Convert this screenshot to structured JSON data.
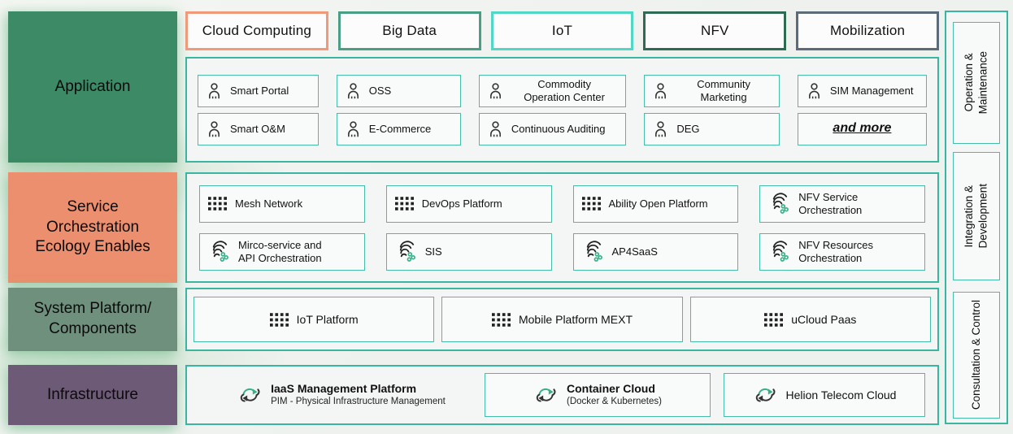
{
  "left_labels": {
    "application": {
      "label": "Application",
      "color": "#3c8a66"
    },
    "service": {
      "label": "Service\nOrchestration\nEcology Enables",
      "color": "#ec8f6e"
    },
    "system": {
      "label": "System Platform/\nComponents",
      "color": "#70907e"
    },
    "infrastructure": {
      "label": "Infrastructure",
      "color": "#6d5a76"
    }
  },
  "categories": [
    {
      "label": "Cloud Computing",
      "border": "#f09a7a"
    },
    {
      "label": "Big Data",
      "border": "#4a9e85"
    },
    {
      "label": "IoT",
      "border": "#52d7c5"
    },
    {
      "label": "NFV",
      "border": "#2e6b53"
    },
    {
      "label": "Mobilization",
      "border": "#5c6b79"
    }
  ],
  "application": {
    "items": [
      {
        "label": "Smart Portal",
        "icon": "user"
      },
      {
        "label": "OSS",
        "icon": "user"
      },
      {
        "label": "Commodity\nOperation Center",
        "icon": "user"
      },
      {
        "label": "Community\nMarketing",
        "icon": "user"
      },
      {
        "label": "SIM Management",
        "icon": "user"
      },
      {
        "label": "Smart O&M",
        "icon": "user"
      },
      {
        "label": "E-Commerce",
        "icon": "user"
      },
      {
        "label": "Continuous Auditing",
        "icon": "user"
      },
      {
        "label": "DEG",
        "icon": "user"
      },
      {
        "label": "and more",
        "icon": "none"
      }
    ]
  },
  "service_orchestration": {
    "items": [
      {
        "label": "Mesh Network",
        "icon": "grid"
      },
      {
        "label": "DevOps Platform",
        "icon": "grid"
      },
      {
        "label": "Ability Open Platform",
        "icon": "grid"
      },
      {
        "label": "NFV Service\nOrchestration",
        "icon": "orchestration"
      },
      {
        "label": "Mirco-service and\nAPI Orchestration",
        "icon": "orchestration"
      },
      {
        "label": "SIS",
        "icon": "orchestration"
      },
      {
        "label": "AP4SaaS",
        "icon": "orchestration"
      },
      {
        "label": "NFV Resources\nOrchestration",
        "icon": "orchestration"
      }
    ]
  },
  "system_platform": {
    "items": [
      {
        "label": "IoT Platform",
        "icon": "grid"
      },
      {
        "label": "Mobile Platform MEXT",
        "icon": "grid"
      },
      {
        "label": "uCloud Paas",
        "icon": "grid"
      }
    ]
  },
  "infrastructure": {
    "items": [
      {
        "label": "IaaS Management Platform",
        "sub": "PIM - Physical Infrastructure Management",
        "icon": "cloud-sync"
      },
      {
        "label": "Container Cloud",
        "sub": "(Docker & Kubernetes)",
        "icon": "cloud-sync"
      },
      {
        "label": "Helion Telecom Cloud",
        "sub": "",
        "icon": "cloud-sync"
      }
    ]
  },
  "right_labels": [
    {
      "label": "Operation &\nMaintenance"
    },
    {
      "label": "Integration &\nDevelopment"
    },
    {
      "label": "Consultation & Control"
    }
  ],
  "colors": {
    "teal_border": "#3ab5a0",
    "icon_dark": "#2b2b2b",
    "icon_green": "#35b088",
    "label_app_bg": "#3c8a66",
    "label_svc_bg": "#ec8f6e",
    "label_sys_bg": "#70907e",
    "label_inf_bg": "#6d5a76"
  }
}
